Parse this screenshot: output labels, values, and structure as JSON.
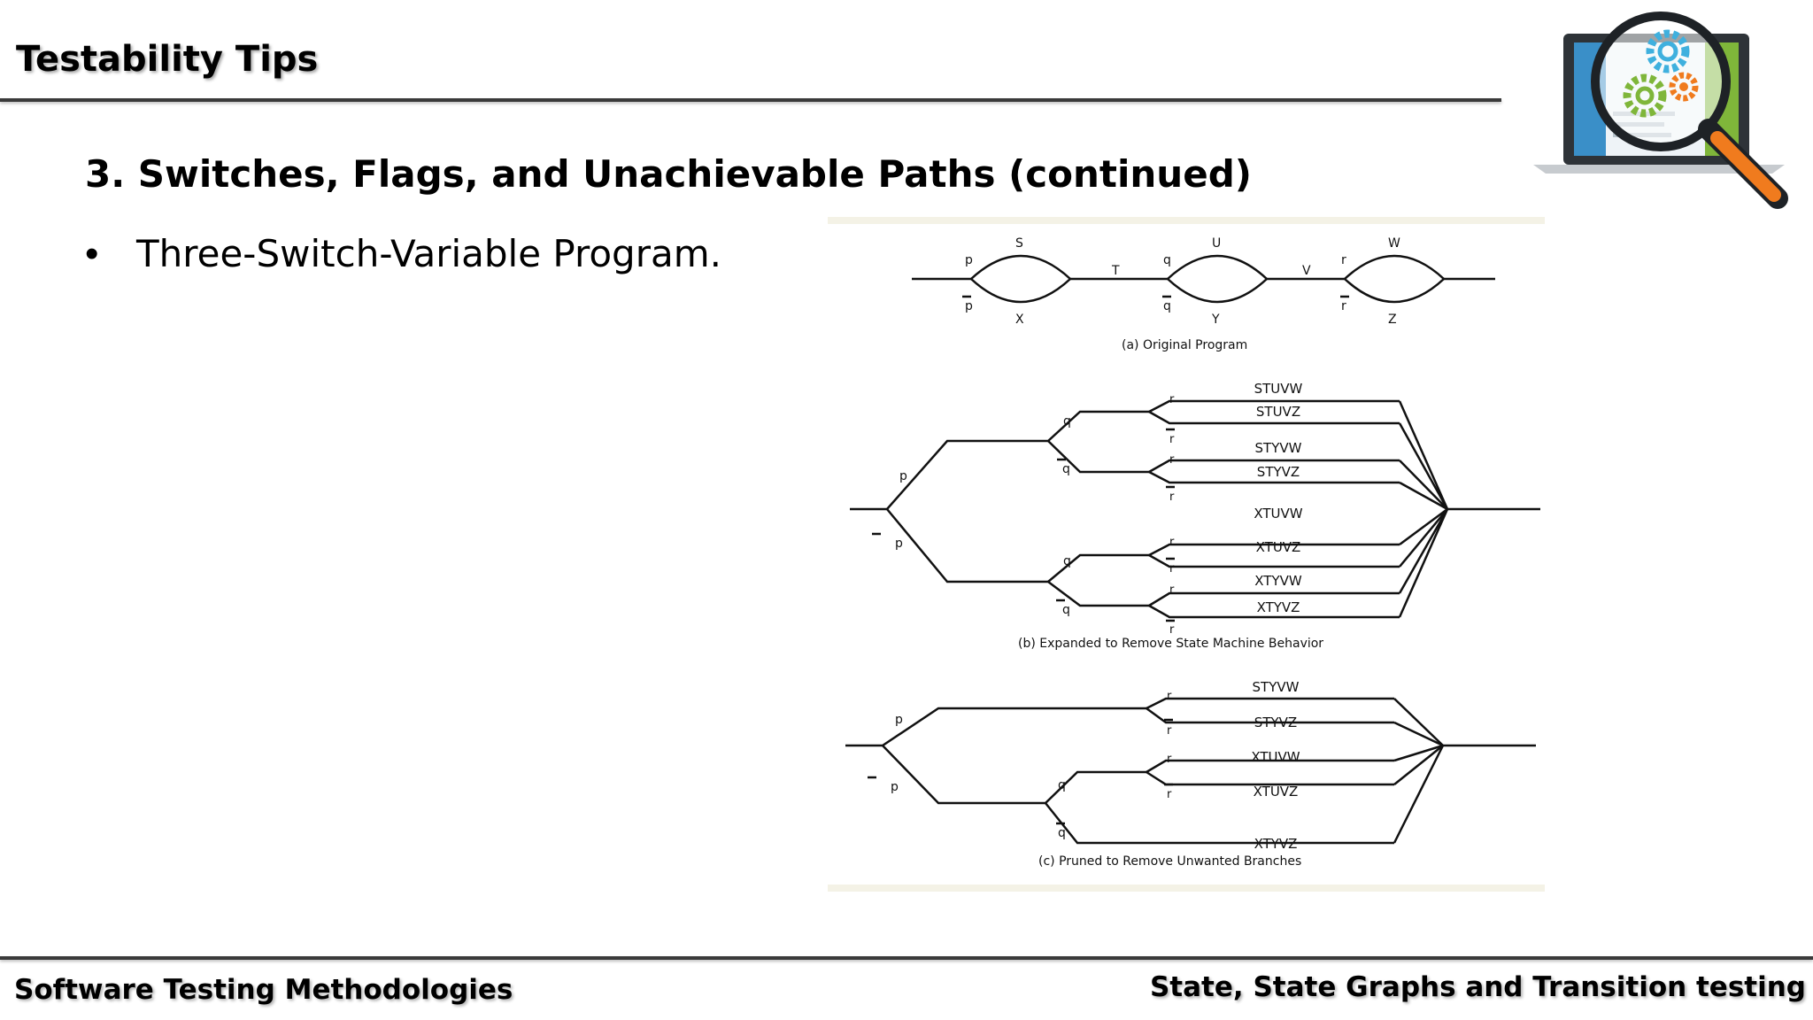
{
  "header": {
    "title": "Testability Tips"
  },
  "logo": {
    "icon": "testing-magnifier-gears-laptop-icon"
  },
  "content": {
    "heading": "3. Switches, Flags, and Unachievable Paths (continued)",
    "bullets": [
      {
        "text": "Three-Switch-Variable Program."
      }
    ]
  },
  "figure": {
    "a": {
      "caption": "(a)  Original Program",
      "labels": {
        "p": "p",
        "not_p": "p",
        "s": "S",
        "x": "X",
        "t": "T",
        "q": "q",
        "not_q": "q",
        "u": "U",
        "y": "Y",
        "v": "V",
        "r": "r",
        "not_r": "r",
        "w": "W",
        "z": "Z"
      }
    },
    "b": {
      "caption": "(b)  Expanded to Remove State Machine Behavior",
      "labels": {
        "p": "p",
        "not_p": "p",
        "q_upper": "q",
        "not_q_upper": "q",
        "q_lower": "q",
        "not_q_lower": "q",
        "r": "r",
        "not_r": "r"
      },
      "paths": [
        "STUVW",
        "STUVZ",
        "STYVW",
        "STYVZ",
        "XTUVW",
        "XTUVZ",
        "XTYVW",
        "XTYVZ"
      ]
    },
    "c": {
      "caption": "(c)  Pruned to Remove Unwanted Branches",
      "labels": {
        "p": "p",
        "not_p": "p",
        "q": "q",
        "not_q": "q",
        "r": "r",
        "not_r": "r"
      },
      "paths": [
        "STYVW",
        "STYVZ",
        "XTUVW",
        "XTUVZ",
        "XTYVZ"
      ]
    }
  },
  "footer": {
    "left": "Software Testing Methodologies",
    "right": "State, State Graphs and Transition testing"
  }
}
